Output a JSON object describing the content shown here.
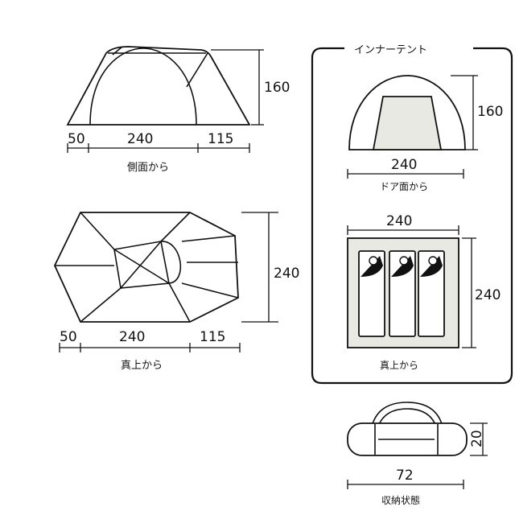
{
  "side_view": {
    "caption": "側面から",
    "height": "160",
    "len_front": "50",
    "len_body": "240",
    "len_rear": "115"
  },
  "top_view": {
    "caption": "真上から",
    "width": "240",
    "len_front": "50",
    "len_body": "240",
    "len_rear": "115"
  },
  "inner_tent": {
    "title": "インナーテント",
    "door_view": {
      "caption": "ドア面から",
      "height": "160",
      "width": "240"
    },
    "top_view": {
      "caption": "真上から",
      "width": "240",
      "depth": "240"
    }
  },
  "storage": {
    "caption": "収納状態",
    "length": "72",
    "diameter": "20"
  },
  "colors": {
    "line": "#111111",
    "floor": "#e9e9e3",
    "background": "#ffffff"
  }
}
